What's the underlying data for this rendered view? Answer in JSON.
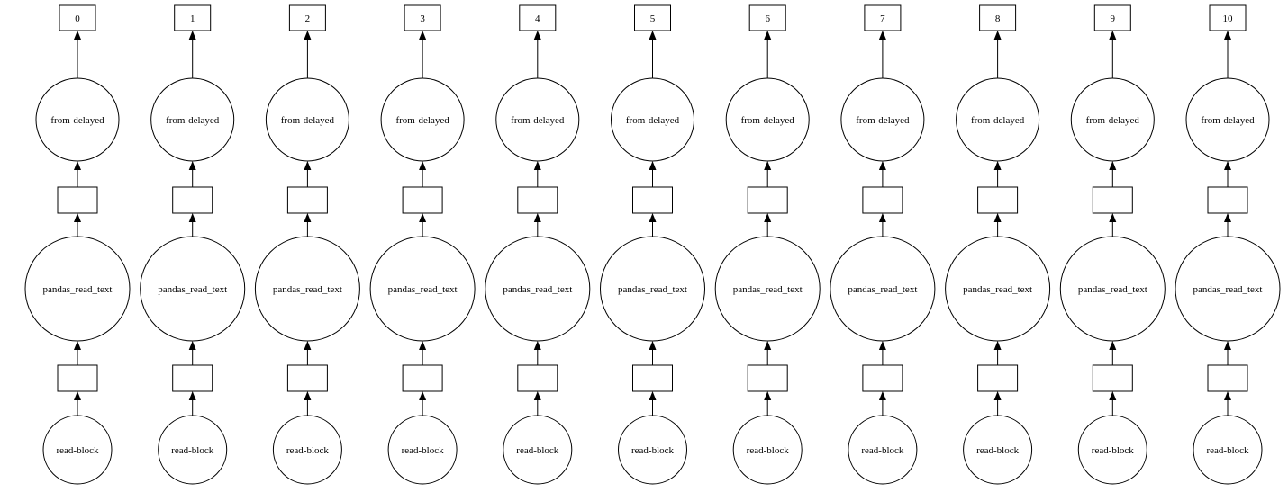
{
  "graph": {
    "chains": [
      {
        "output": "0"
      },
      {
        "output": "1"
      },
      {
        "output": "2"
      },
      {
        "output": "3"
      },
      {
        "output": "4"
      },
      {
        "output": "5"
      },
      {
        "output": "6"
      },
      {
        "output": "7"
      },
      {
        "output": "8"
      },
      {
        "output": "9"
      },
      {
        "output": "10"
      }
    ],
    "task_labels": {
      "top": "from-delayed",
      "middle": "pandas_read_text",
      "bottom": "read-block"
    },
    "colors": {
      "stroke": "#000000",
      "fill": "#ffffff"
    }
  }
}
